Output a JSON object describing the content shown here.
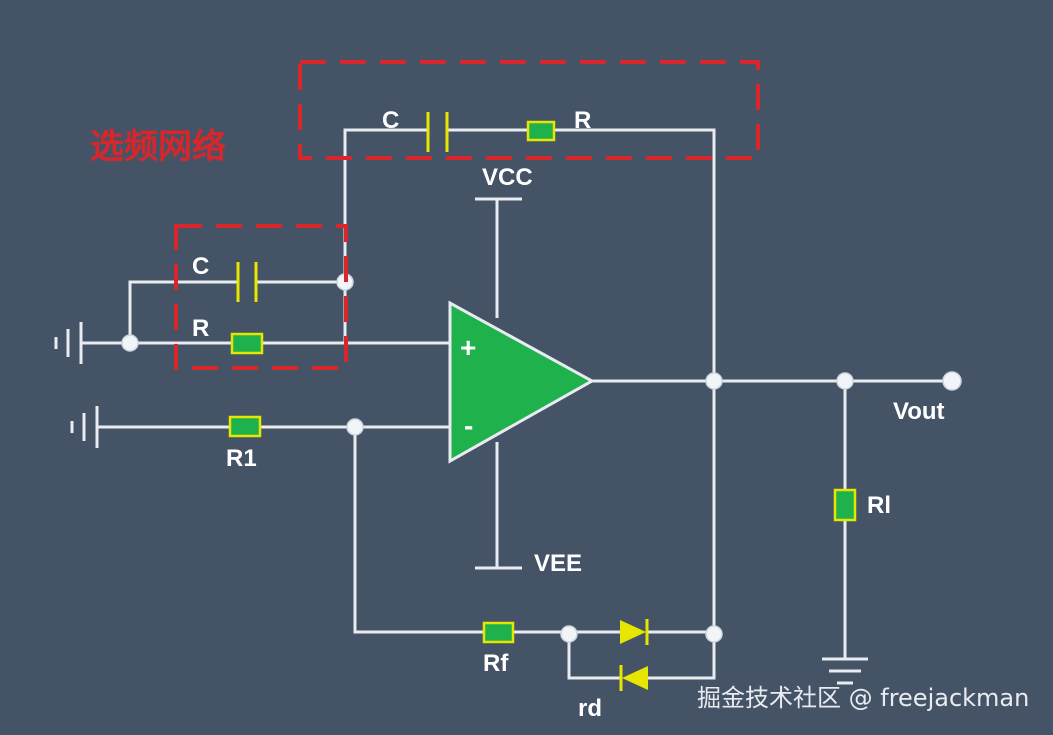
{
  "title": "选频网络",
  "labels": {
    "c_top": "C",
    "r_top": "R",
    "c_mid": "C",
    "r_mid": "R",
    "vcc": "VCC",
    "vee": "VEE",
    "r1": "R1",
    "rf": "Rf",
    "rd": "rd",
    "rl": "Rl",
    "vout": "Vout",
    "plus": "+",
    "minus": "-"
  },
  "watermark": "掘金技术社区 @ freejackman",
  "colors": {
    "background": "#445466",
    "wire": "#e8ecf0",
    "opamp": "#1fb14b",
    "component_outline": "#e6e600",
    "resistor_fill": "#1fb14b",
    "dashed_box": "#d9262b"
  }
}
